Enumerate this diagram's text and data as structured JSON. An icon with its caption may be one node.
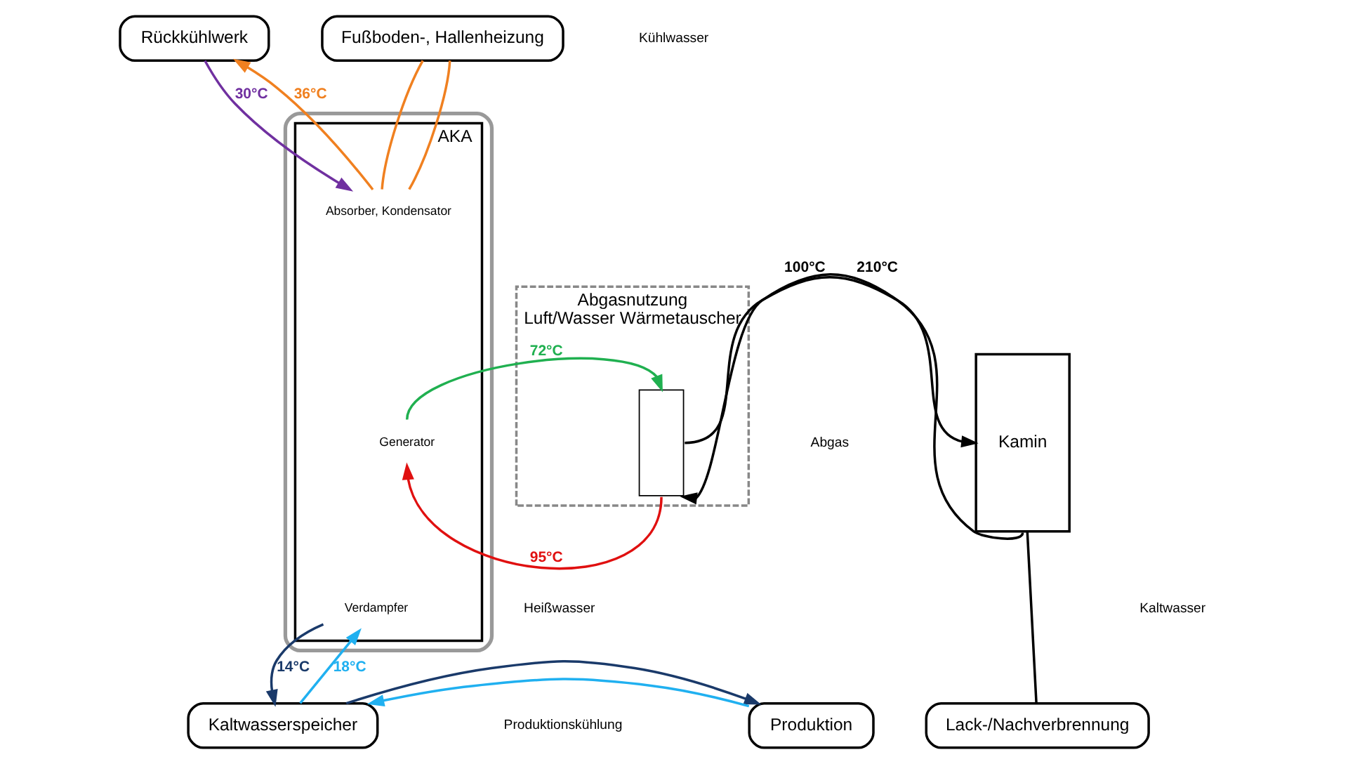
{
  "diagram": {
    "nodes": [
      {
        "text": [
          "Rückkühlwerk"
        ]
      },
      {
        "text": [
          "Fußboden-, Hallenheizung"
        ]
      },
      {
        "text": [],
        "shape": "box"
      },
      {
        "text": [
          "AKA"
        ],
        "in": 2
      },
      {
        "text": [
          "Absorber, Kondensator"
        ],
        "in": 3
      },
      {
        "text": [
          "Generator"
        ],
        "in": 3
      },
      {
        "text": [
          "Verdampfer"
        ],
        "in": 3
      },
      {
        "text": [
          "Abgasnutzung",
          "Luft/Wasser Wärmetauscher"
        ]
      },
      {
        "text": [],
        "shape": "box",
        "in": 7
      },
      {
        "text": [
          "Kamin"
        ]
      },
      {
        "text": [
          "Kaltwasserspeicher"
        ]
      },
      {
        "text": [
          "Produktion"
        ]
      },
      {
        "text": [
          "Lack-/Nachverbrennung"
        ]
      }
    ],
    "edges": [
      {
        "from": 0,
        "to": 4,
        "arrow": "to",
        "label": "30°C",
        "color": "#7030a0"
      },
      {
        "from": 4,
        "to": 0,
        "arrow": "to",
        "label": "36°C",
        "color": "#f08020"
      },
      {
        "from": 4,
        "to": 1,
        "arrow": "none",
        "color": "#f08020"
      },
      {
        "from": 4,
        "to": 1,
        "arrow": "none",
        "color": "#f08020"
      },
      {
        "from": 5,
        "to": 8,
        "arrow": "to",
        "label": "72°C",
        "color": "#20b050"
      },
      {
        "from": 8,
        "to": 5,
        "arrow": "to",
        "label": "95°C",
        "color": "#e01010"
      },
      {
        "from": 8,
        "to": 9,
        "arrow": "to",
        "label": "100°C",
        "color": "#000000"
      },
      {
        "from": 9,
        "to": 8,
        "arrow": "to",
        "label": "210°C",
        "color": "#000000"
      },
      {
        "from": 6,
        "to": 10,
        "arrow": "to",
        "label": "14°C",
        "color": "#1a3a6a"
      },
      {
        "from": 10,
        "to": 6,
        "arrow": "to",
        "label": "18°C",
        "color": "#20b0f0"
      },
      {
        "from": 11,
        "to": 10,
        "arrow": "to",
        "color": "#20b0f0"
      },
      {
        "from": 10,
        "to": 11,
        "arrow": "to",
        "color": "#1a3a6a"
      },
      {
        "from": 12,
        "to": 9,
        "arrow": "none",
        "color": "#000000"
      }
    ],
    "labels": [
      "Kühlwasser",
      "Heißwasser",
      "Abgas",
      "Kaltwasser",
      "Produktionskühlung"
    ]
  }
}
